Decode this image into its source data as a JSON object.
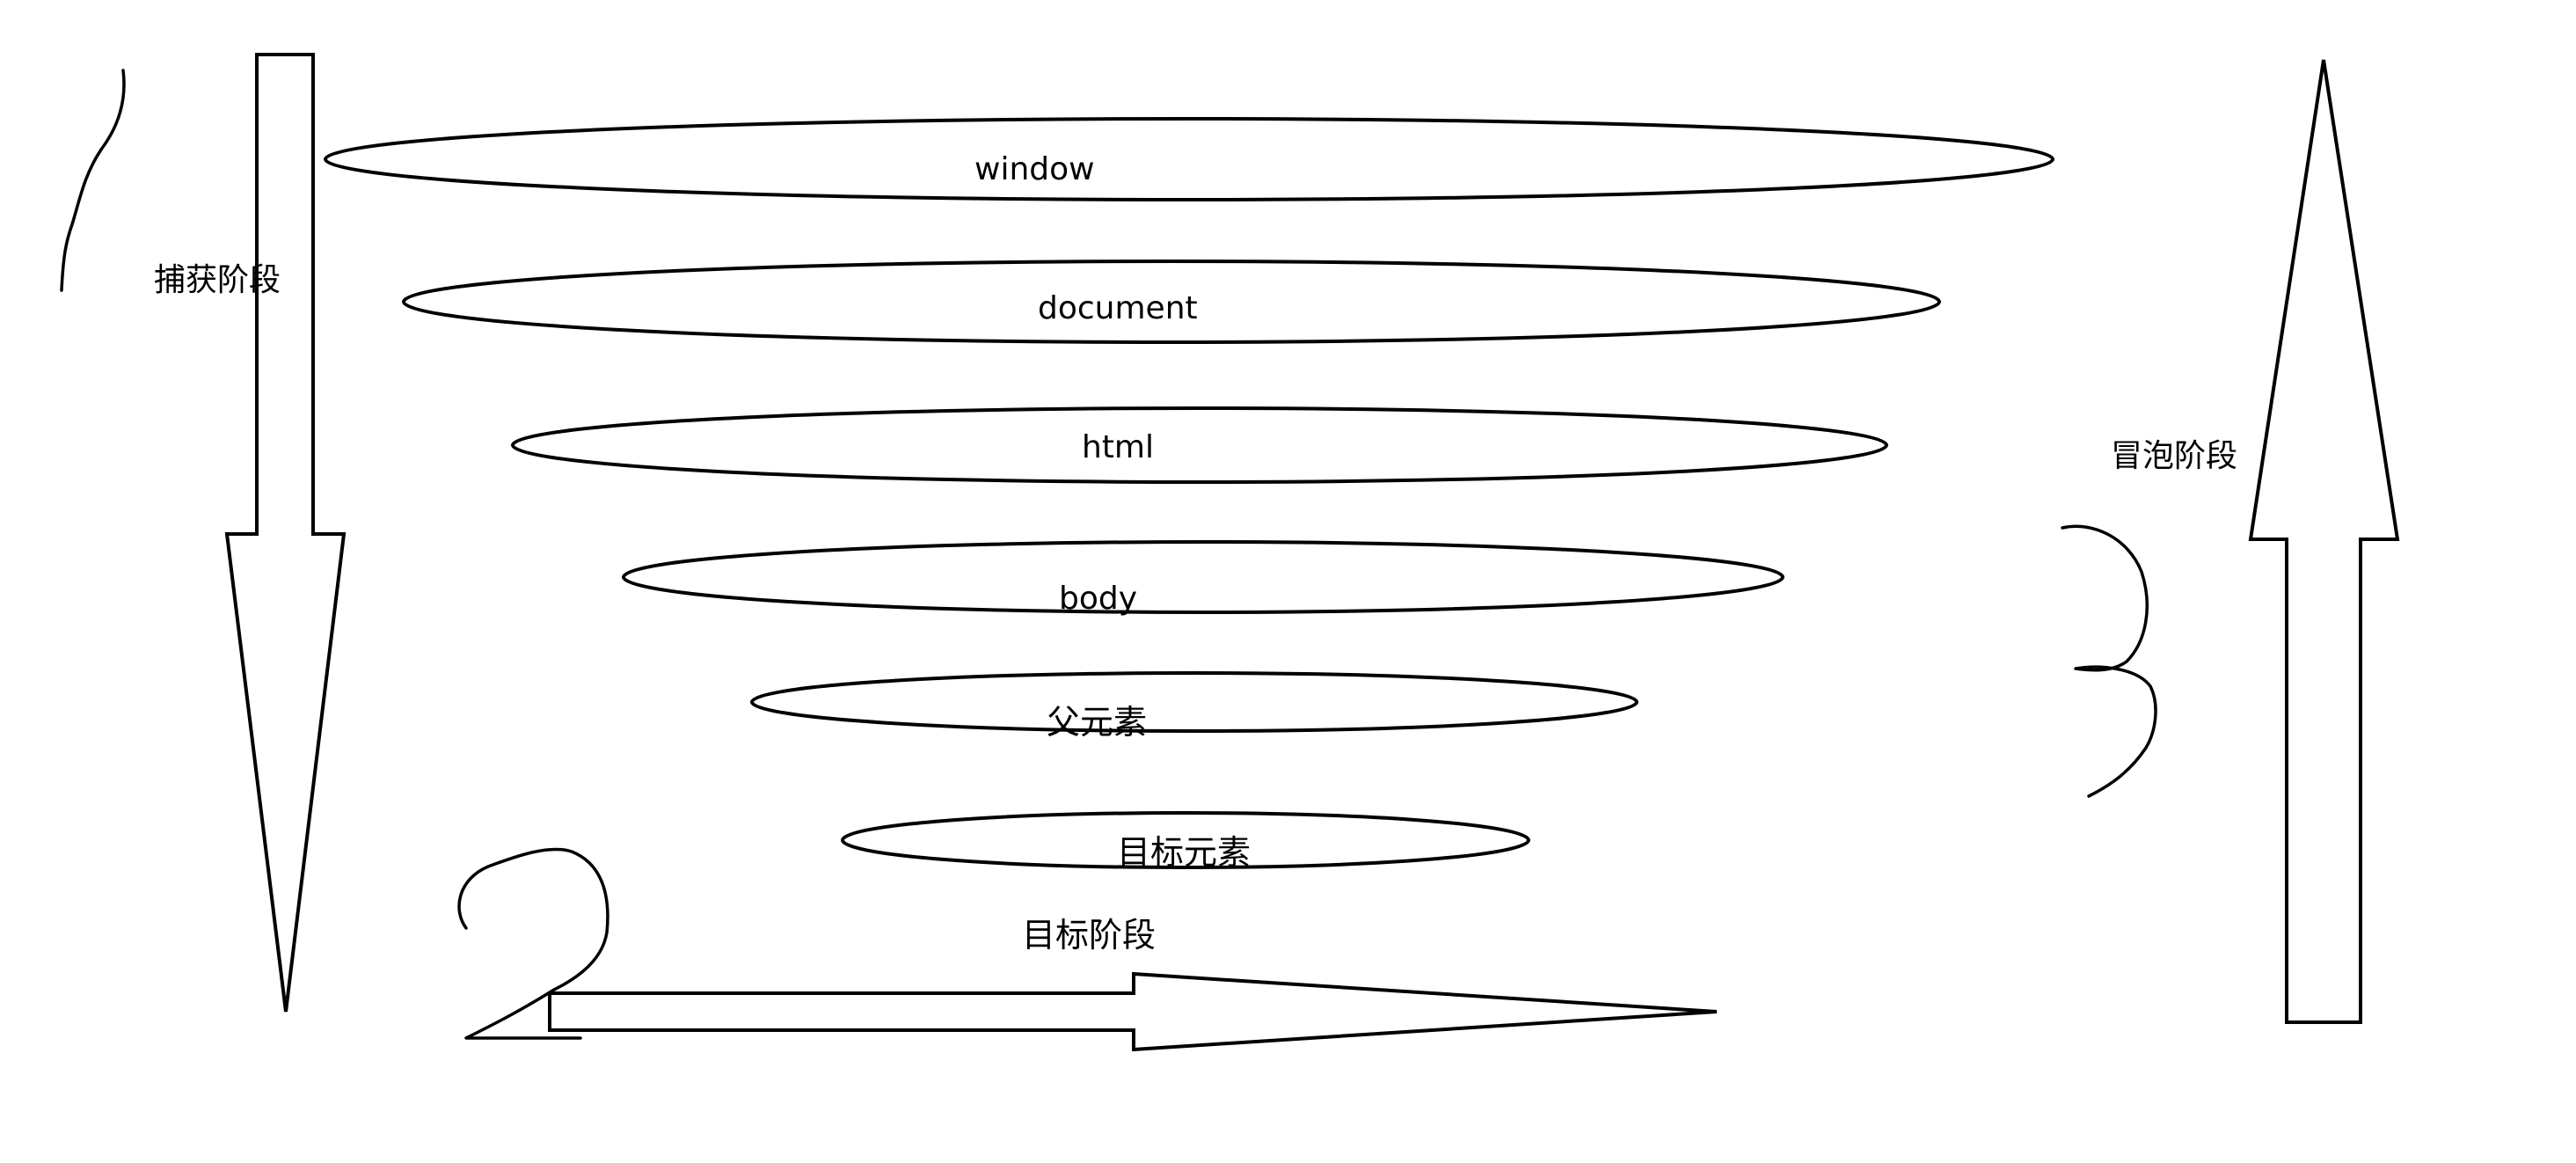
{
  "layers": [
    "window",
    "document",
    "html",
    "body",
    "父元素",
    "目标元素"
  ],
  "phases": {
    "capture": {
      "label": "捕获阶段",
      "number": "1"
    },
    "target": {
      "label": "目标阶段",
      "number": "2"
    },
    "bubble": {
      "label": "冒泡阶段",
      "number": "3"
    }
  }
}
